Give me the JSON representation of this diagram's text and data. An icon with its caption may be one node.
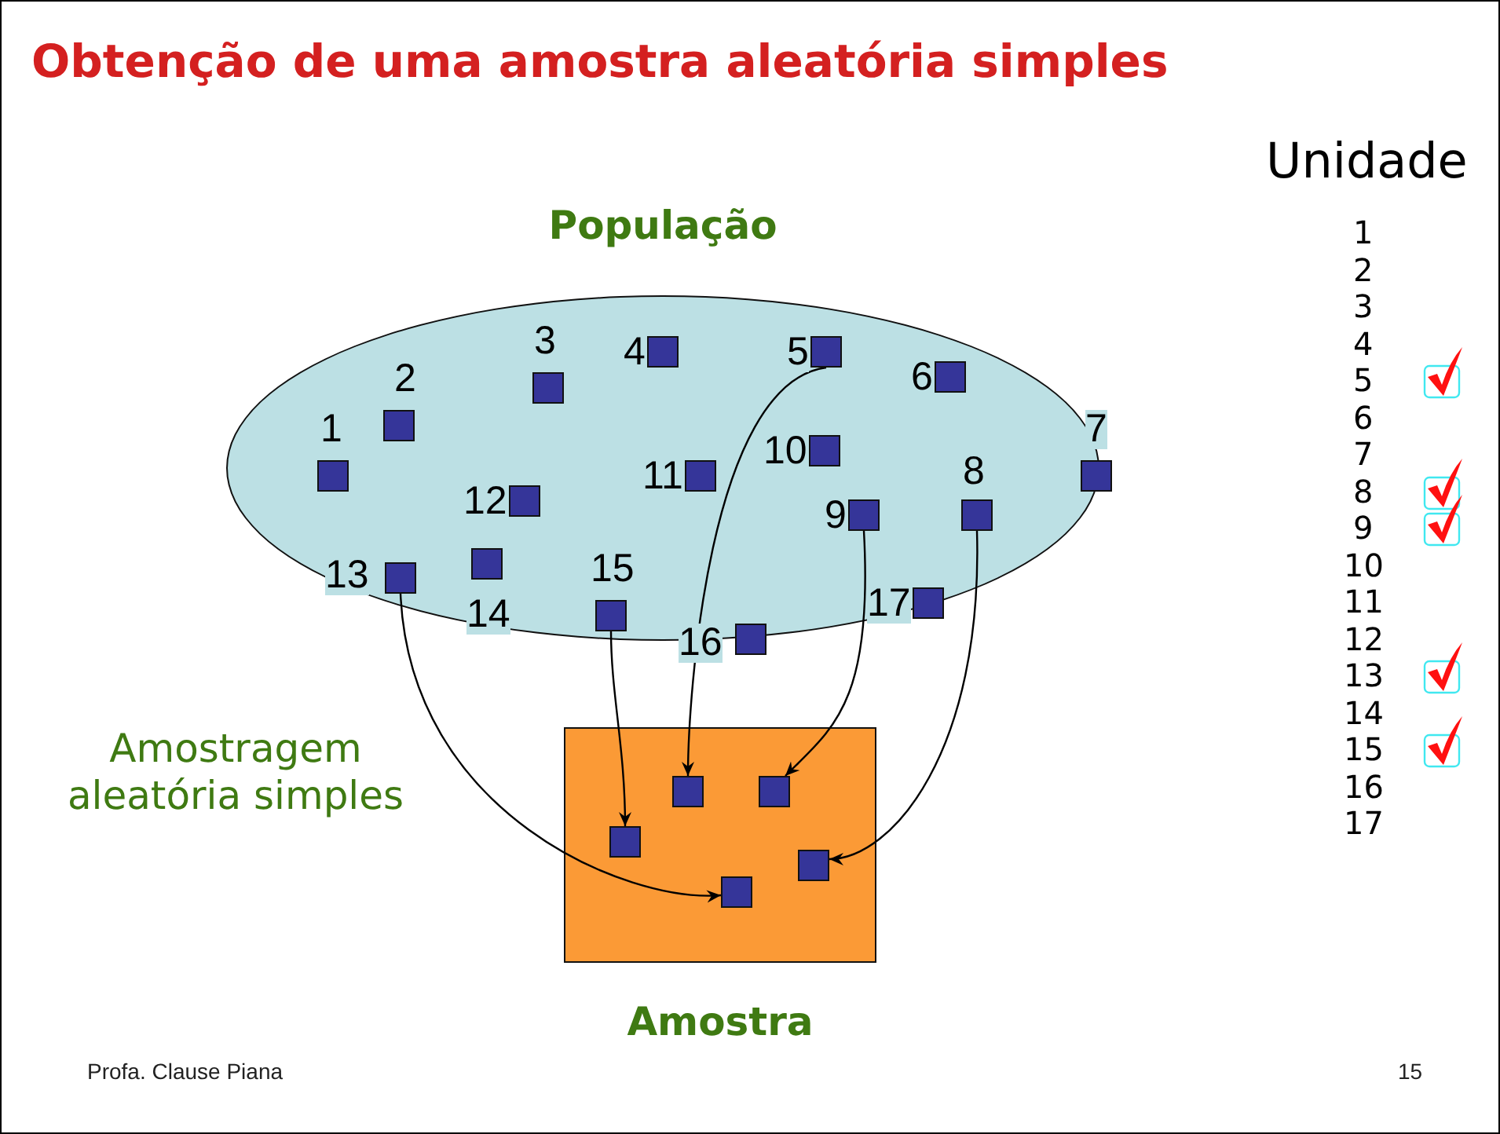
{
  "diagram": {
    "title": "Obtenção de uma amostra aleatória simples",
    "nodes": [
      {
        "text": [
          "População"
        ]
      },
      {
        "text": [],
        "shape": "box",
        "in": 0,
        "beside": [
          "1"
        ]
      },
      {
        "text": [],
        "shape": "box",
        "in": 0,
        "beside": [
          "2"
        ]
      },
      {
        "text": [],
        "shape": "box",
        "in": 0,
        "beside": [
          "3"
        ]
      },
      {
        "text": [],
        "shape": "box",
        "in": 0,
        "beside": [
          "4"
        ]
      },
      {
        "text": [],
        "shape": "box",
        "in": 0,
        "beside": [
          "5"
        ]
      },
      {
        "text": [],
        "shape": "box",
        "in": 0,
        "beside": [
          "6"
        ]
      },
      {
        "text": [],
        "shape": "box",
        "in": 0,
        "beside": [
          "7"
        ]
      },
      {
        "text": [],
        "shape": "box",
        "in": 0,
        "beside": [
          "8"
        ]
      },
      {
        "text": [],
        "shape": "box",
        "in": 0,
        "beside": [
          "9"
        ]
      },
      {
        "text": [],
        "shape": "box",
        "in": 0,
        "beside": [
          "10"
        ]
      },
      {
        "text": [],
        "shape": "box",
        "in": 0,
        "beside": [
          "11"
        ]
      },
      {
        "text": [],
        "shape": "box",
        "in": 0,
        "beside": [
          "12"
        ]
      },
      {
        "text": [],
        "shape": "box",
        "in": 0,
        "beside": [
          "13"
        ]
      },
      {
        "text": [],
        "shape": "box",
        "in": 0,
        "beside": [
          "14"
        ]
      },
      {
        "text": [],
        "shape": "box",
        "in": 0,
        "beside": [
          "15"
        ]
      },
      {
        "text": [],
        "shape": "box",
        "in": 0,
        "beside": [
          "16"
        ]
      },
      {
        "text": [],
        "shape": "box",
        "in": 0,
        "beside": [
          "17"
        ]
      },
      {
        "text": [
          "Amostra"
        ]
      },
      {
        "text": [],
        "shape": "box",
        "in": 18
      },
      {
        "text": [],
        "shape": "box",
        "in": 18
      },
      {
        "text": [],
        "shape": "box",
        "in": 18
      },
      {
        "text": [],
        "shape": "box",
        "in": 18
      },
      {
        "text": [],
        "shape": "box",
        "in": 18
      }
    ],
    "edges": [
      {
        "from": 5,
        "to": 20,
        "arrow": "to"
      },
      {
        "from": 9,
        "to": 22,
        "arrow": "to"
      },
      {
        "from": 8,
        "to": 23,
        "arrow": "to"
      },
      {
        "from": 15,
        "to": 19,
        "arrow": "to"
      },
      {
        "from": 13,
        "to": 21,
        "arrow": "to"
      }
    ],
    "labels": [
      "Amostragem aleatória simples",
      "Unidade",
      "1",
      "2",
      "3",
      "4",
      "5",
      "6",
      "7",
      "8",
      "9",
      "10",
      "11",
      "12",
      "13",
      "14",
      "15",
      "16",
      "17",
      "Profa. Clause Piana",
      "15"
    ]
  }
}
